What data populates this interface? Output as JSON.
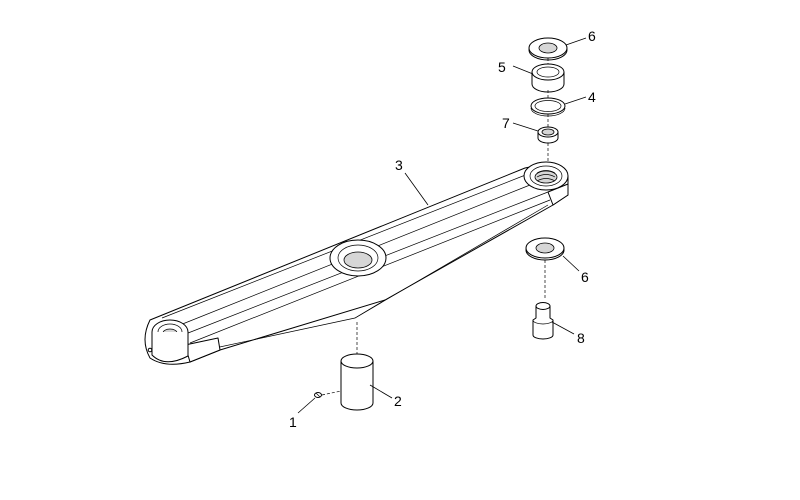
{
  "diagram": {
    "callouts": [
      {
        "id": "1",
        "label": "1"
      },
      {
        "id": "2",
        "label": "2"
      },
      {
        "id": "3",
        "label": "3"
      },
      {
        "id": "4",
        "label": "4"
      },
      {
        "id": "5",
        "label": "5"
      },
      {
        "id": "6a",
        "label": "6"
      },
      {
        "id": "6b",
        "label": "6"
      },
      {
        "id": "7",
        "label": "7"
      },
      {
        "id": "8",
        "label": "8"
      }
    ]
  }
}
